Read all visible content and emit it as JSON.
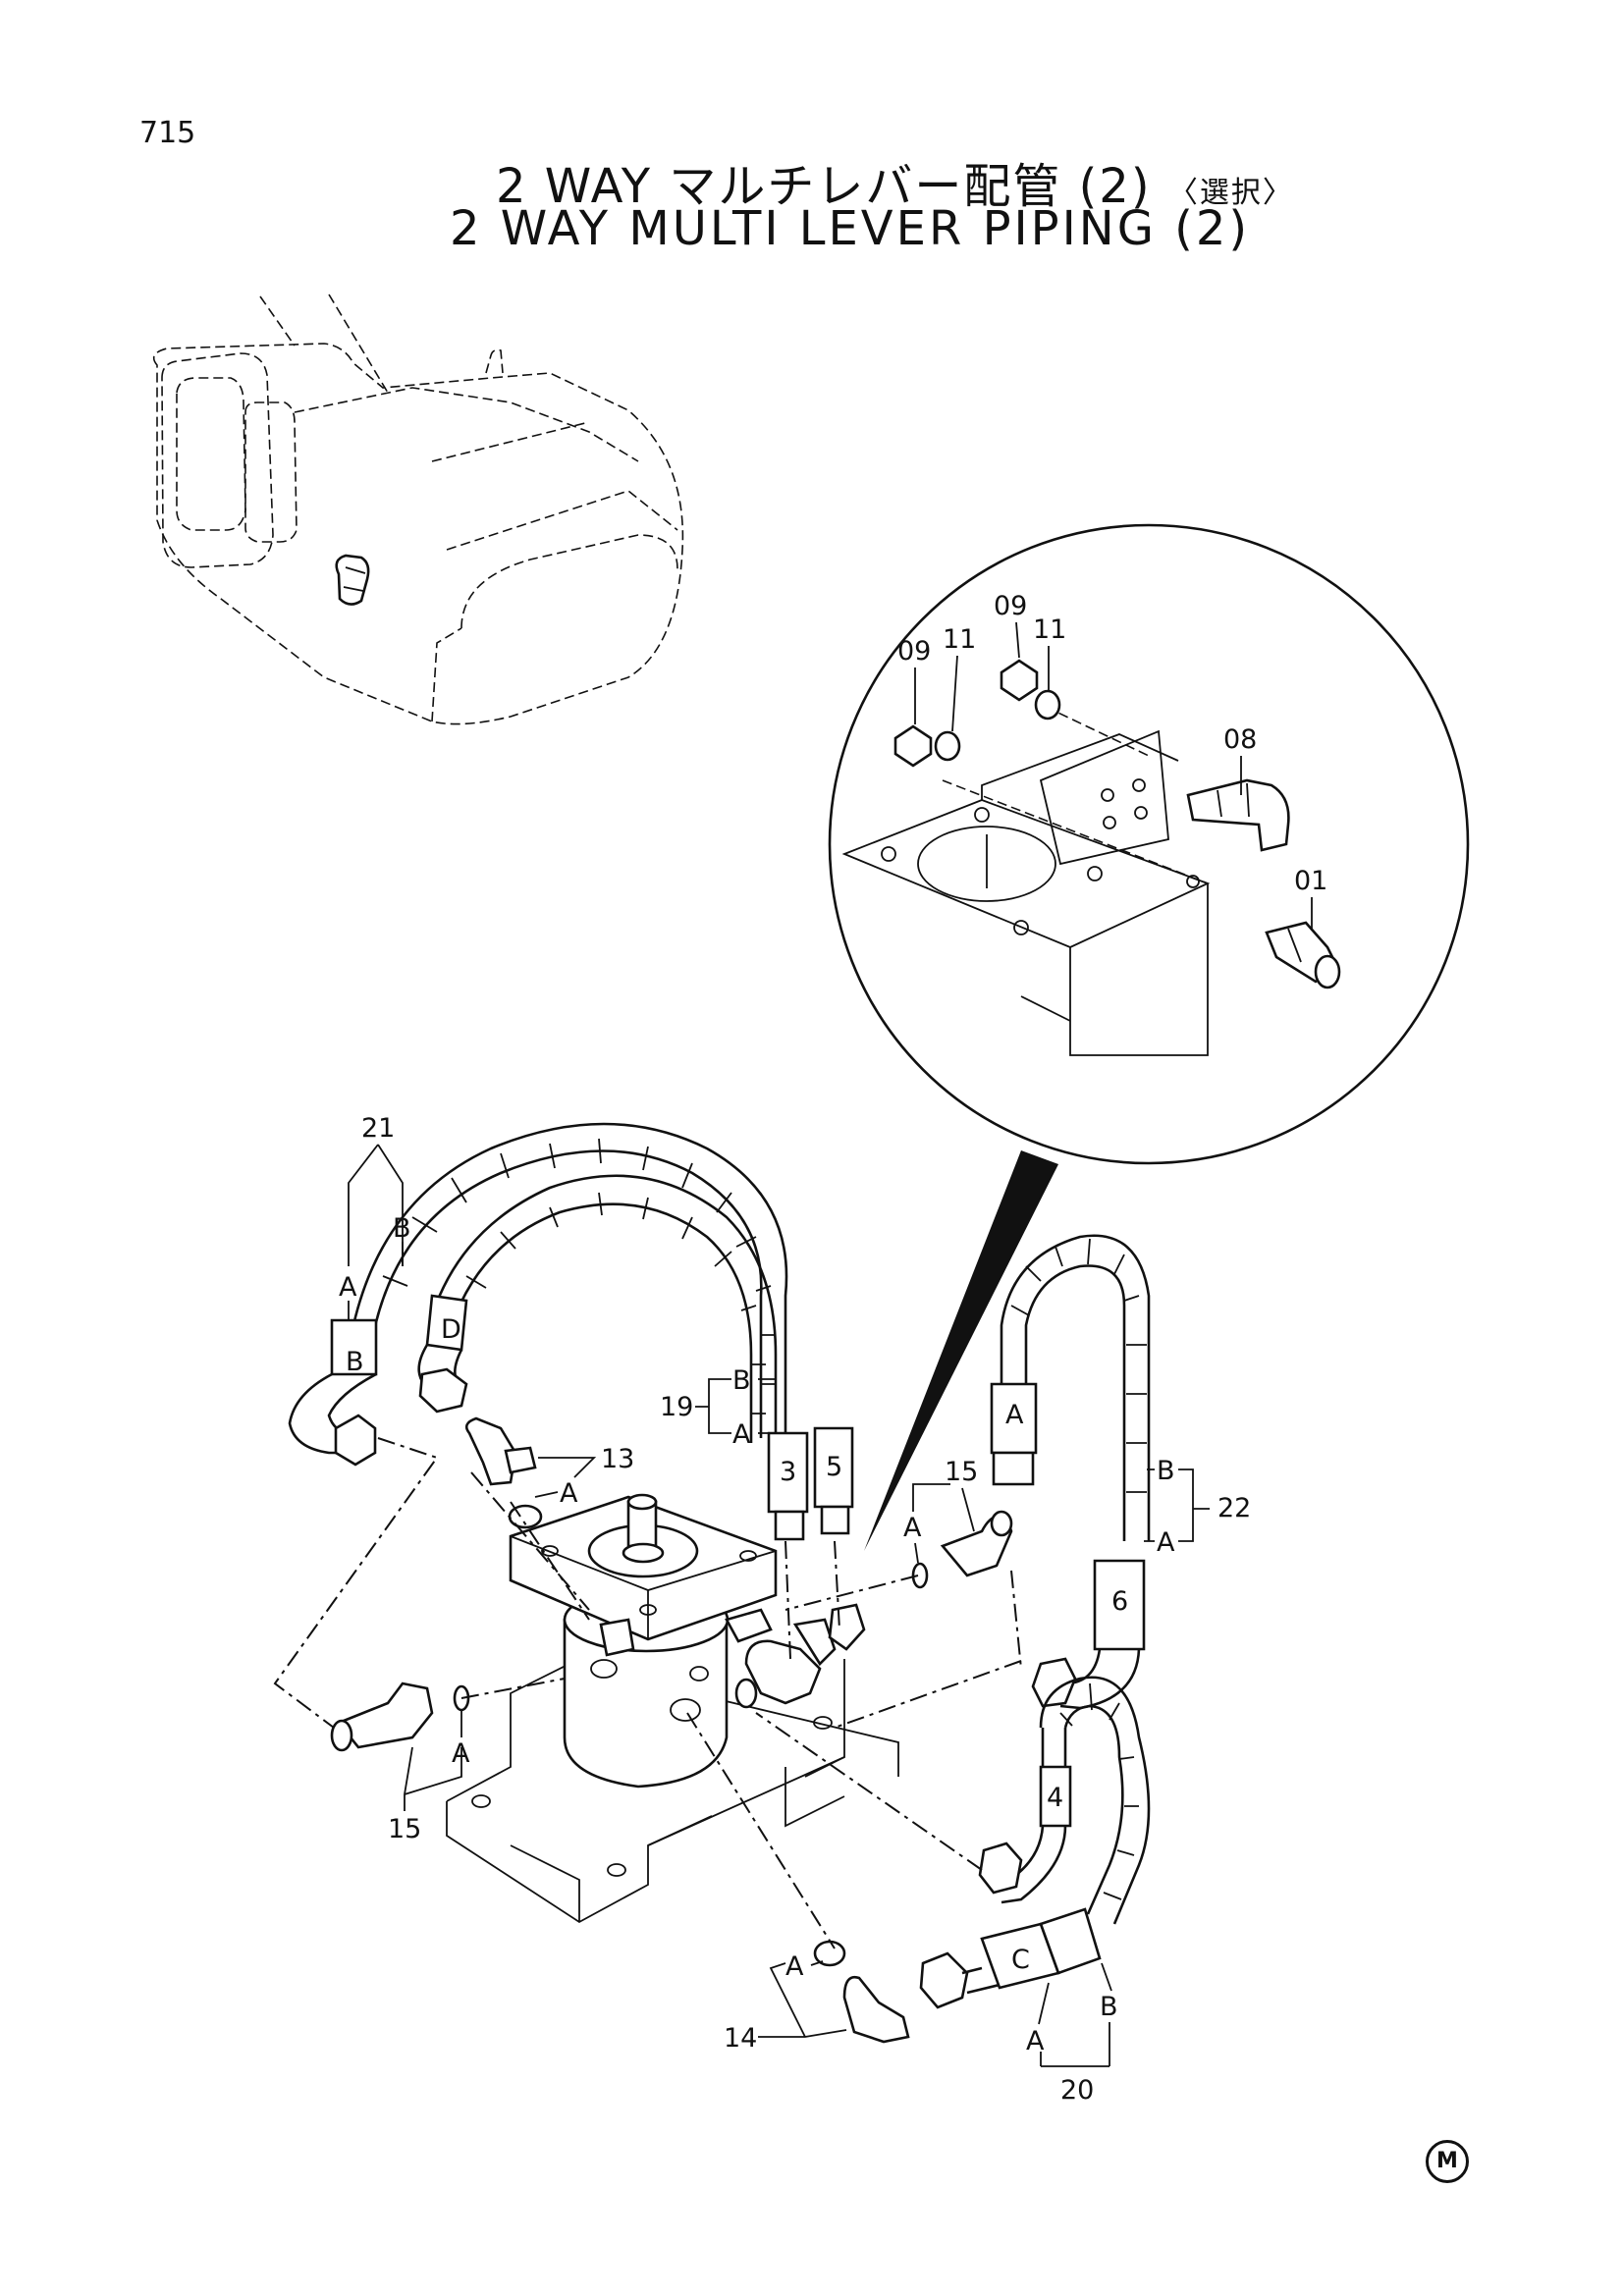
{
  "page_number": "715",
  "title_jp": {
    "main": "2 WAY マルチレバー配管 (2)",
    "note": "〈選択〉"
  },
  "title_en": "2 WAY MULTI LEVER PIPING (2)",
  "corner_mark": "M",
  "part_callouts": {
    "detail_09a": "09",
    "detail_09b": "09",
    "detail_11a": "11",
    "detail_11b": "11",
    "detail_08": "08",
    "detail_01": "01",
    "p21": "21",
    "p19": "19",
    "p13": "13",
    "p15a": "15",
    "p15b": "15",
    "p22": "22",
    "p14": "14",
    "p20": "20"
  },
  "branch_letters": {
    "p21_a": "A",
    "p21_b": "B",
    "p19_a": "A",
    "p19_b": "B",
    "p13_a": "A",
    "p15_upper_a": "A",
    "p15_lower_a": "A",
    "p22_a": "A",
    "p22_b": "B",
    "p14_a": "A",
    "p20_a": "A",
    "p20_b": "B"
  },
  "hose_tags": {
    "hose_b": "B",
    "hose_d": "D",
    "hose_3": "3",
    "hose_5": "5",
    "hose_a": "A",
    "hose_6": "6",
    "hose_4": "4",
    "hose_c": "C"
  }
}
